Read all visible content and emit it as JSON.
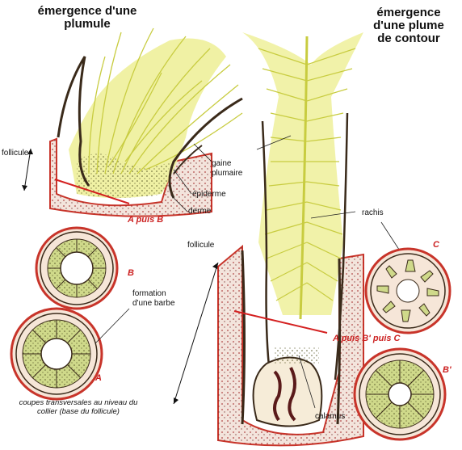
{
  "titles": {
    "plumule": [
      "émergence d'une",
      "plumule"
    ],
    "contour": [
      "émergence",
      "d'une plume",
      "de contour"
    ]
  },
  "labels": {
    "follicule_left": "follicule",
    "gaine_plumaire": [
      "gaine",
      "plumaire"
    ],
    "epiderme": "épiderme",
    "derme": "derme",
    "a_puis_b": "A puis B",
    "formation_barbe": [
      "formation",
      "d'une barbe"
    ],
    "rachis": "rachis",
    "follicule_right": "follicule",
    "a_puis_b_puis_c": "A puis B' puis C",
    "calamus": "calamus",
    "section_b": "B",
    "section_a": "A",
    "section_c": "C",
    "section_b_prime": "B'",
    "caption": "coupes transversales au niveau du collier (base du follicule)"
  },
  "colors": {
    "feather_yellow": "#e4e87a",
    "outline_dark": "#3a2a1a",
    "skin_red": "#c8342a",
    "cut_line": "#d42020",
    "cell_green": "#cfd98a"
  }
}
